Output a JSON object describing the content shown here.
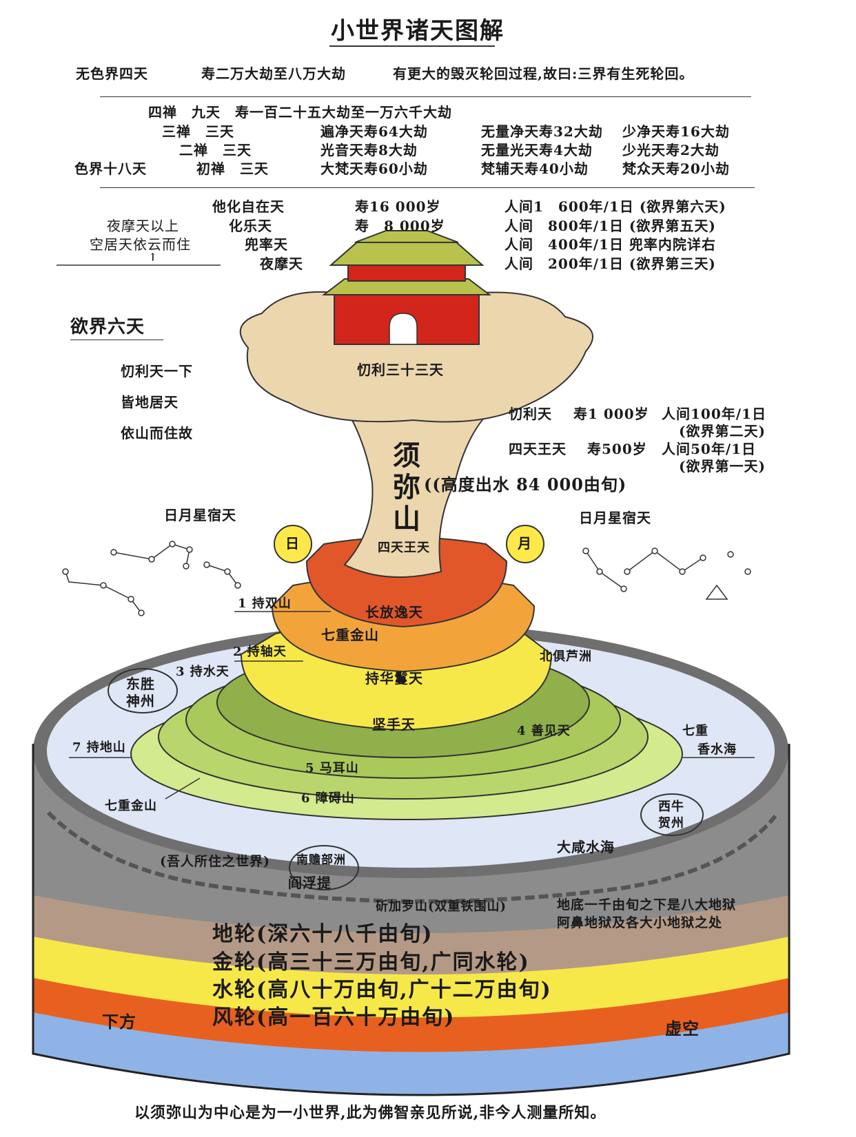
{
  "title": "小世界诸天图解",
  "formless": {
    "name": "无色界四天",
    "life": "寿二万大劫至八万大劫",
    "note": "有更大的毁灭轮回过程,故曰:三界有生死轮回。"
  },
  "form": {
    "realm": "色界十八天",
    "row1": "四禅　九天　寿一百二十五大劫至一万六千大劫",
    "row2": {
      "name": "三禅　三天",
      "a": "遍净天寿64大劫",
      "b": "无量净天寿32大劫",
      "c": "少净天寿16大劫"
    },
    "row3": {
      "name": "二禅　三天",
      "a": "光音天寿8大劫",
      "b": "无量光天寿4大劫",
      "c": "少光天寿2大劫"
    },
    "row4": {
      "name": "初禅　三天",
      "a": "大梵天寿60小劫",
      "b": "梵辅天寿40小劫",
      "c": "梵众天寿20小劫"
    }
  },
  "desire_upper": {
    "note1": "夜摩天以上",
    "note2": "空居天依云而住",
    "arrow": "↑",
    "rows": [
      {
        "name": "他化自在天",
        "life": "寿16 000岁",
        "ratio": "人间1　600年/1日 (欲界第六天)"
      },
      {
        "name": "化乐天",
        "life": "寿　8 000岁",
        "ratio": "人间　800年/1日 (欲界第五天)"
      },
      {
        "name": "兜率天",
        "life": "",
        "ratio": "人间　400年/1日 兜率内院详右"
      },
      {
        "name": "夜摩天",
        "life": "",
        "ratio": "人间　200年/1日 (欲界第三天)"
      }
    ]
  },
  "desire_realm": "欲界六天",
  "trayastrimsa": "忉利三十三天",
  "left_notes": [
    "忉利天一下",
    "皆地居天",
    "依山而住故"
  ],
  "right_info": {
    "l1_name": "忉利天",
    "l1_life": "寿1 000岁",
    "l1_ratio": "人间100年/1日",
    "l1_tag": "(欲界第二天)",
    "l2_name": "四天王天",
    "l2_life": "寿500岁",
    "l2_ratio": "人间50年/1日",
    "l2_tag": "(欲界第一天)"
  },
  "sumeru": {
    "c1": "须",
    "c2": "弥",
    "c3": "山",
    "height": "((高度出水 84 000由旬)"
  },
  "sun_moon_left": "日月星宿天",
  "sun_moon_right": "日月星宿天",
  "sun": "日",
  "moon": "月",
  "four_kings": "四天王天",
  "tiers": {
    "t1": "长放逸天",
    "seven_gold": "七重金山",
    "t2": "持华鬘天",
    "t3": "坚手天"
  },
  "mountains": {
    "m1": "1 持双山",
    "m2": "2 持轴天",
    "m3": "3 持水天",
    "m4": "4 善见天",
    "m5": "5 马耳山",
    "m6": "6 障碍山",
    "m7": "7 持地山"
  },
  "continents": {
    "east1": "东胜",
    "east2": "神州",
    "north": "北俱芦洲",
    "west1": "西牛",
    "west2": "贺州",
    "south1": "南赡部洲",
    "south2": "阎浮提"
  },
  "seven_gold_left": "七重金山",
  "fragrant_sea1": "七重",
  "fragrant_sea2": "香水海",
  "salt_sea": "大咸水海",
  "our_world": "(吾人所住之世界)",
  "iron_ring": "斫加罗山(双重铁围山)",
  "hell1": "地底一千由旬之下是八大地狱",
  "hell2": "阿鼻地狱及各大小地狱之处",
  "wheels": {
    "earth": "地轮(深六十八千由旬)",
    "gold": "金轮(高三十三万由旬,广同水轮)",
    "water": "水轮(高八十万由旬,广十二万由旬)",
    "wind": "风轮(高一百六十万由旬)"
  },
  "below": "下方",
  "void": "虚空",
  "footer": "以须弥山为中心是为一小世界,此为佛智亲见所说,非今人测量所知。",
  "colors": {
    "earth": "#b49a86",
    "gold": "#f7e84a",
    "water": "#e8601f",
    "wind": "#8fb3e6",
    "sea": "#dfe6f5",
    "palace": "#d2261c",
    "roof": "#b9c24c",
    "cloud": "#ecd6ae",
    "tier1": "#e2572a",
    "tier2": "#f2a43a",
    "tier3": "#f7e84a",
    "green1": "#a9c95a",
    "green2": "#d4ea8e"
  }
}
